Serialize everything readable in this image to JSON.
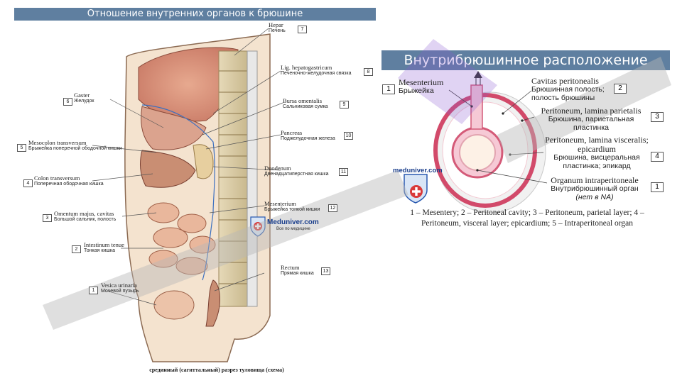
{
  "left_panel": {
    "title": "Отношение внутренних органов к брюшине",
    "caption": "срединный (сагиттальный) разрез туловища (схема)",
    "labels_right": [
      {
        "num": "7",
        "la": "Hepar",
        "ru": "Печень"
      },
      {
        "num": "8",
        "la": "Lig. hepatogastricum",
        "ru": "Печеночно-желудочная связка"
      },
      {
        "num": "9",
        "la": "Bursa omentalis",
        "ru": "Сальниковая сумка"
      },
      {
        "num": "10",
        "la": "Pancreas",
        "ru": "Поджелудочная железа"
      },
      {
        "num": "11",
        "la": "Duodenum",
        "ru": "Двенадцатиперстная кишка"
      },
      {
        "num": "12",
        "la": "Mesenterium",
        "ru": "Брыжейка тонкой кишки"
      },
      {
        "num": "13",
        "la": "Rectum",
        "ru": "Прямая кишка"
      }
    ],
    "labels_left": [
      {
        "num": "6",
        "la": "Gaster",
        "ru": "Желудок"
      },
      {
        "num": "5",
        "la": "Mesocolon transversum",
        "ru": "Брыжейка поперечной ободочной кишки"
      },
      {
        "num": "4",
        "la": "Colon transversum",
        "ru": "Поперечная ободочная кишка"
      },
      {
        "num": "3",
        "la": "Omentum majus, cavitas",
        "ru": "Большой сальник, полость"
      },
      {
        "num": "2",
        "la": "Intestinum tenue",
        "ru": "Тонкая кишка"
      },
      {
        "num": "1",
        "la": "Vesica urinaria",
        "ru": "Мочевой пузырь"
      }
    ],
    "logo": {
      "name": "Meduniver.com",
      "tagline": "Все по медицине"
    }
  },
  "right_panel": {
    "title": "Внутрибрюшинное расположение органов",
    "logo": {
      "name": "meduniver.com"
    },
    "labels": [
      {
        "num": "1",
        "la": "Mesenterium",
        "ru": "Брыжейка"
      },
      {
        "num": "2",
        "la": "Cavitas peritonealis",
        "ru": "Брюшинная полость; полость брюшины"
      },
      {
        "num": "3",
        "la": "Peritoneum, lamina parietalis",
        "ru": "Брюшина, париетальная пластинка"
      },
      {
        "num": "4",
        "la": "Peritoneum, lamina visceralis; epicardium",
        "ru": "Брюшина, висцеральная пластинка; эпикард"
      },
      {
        "num": "1",
        "la": "Organum intraperitoneale",
        "ru": "Внутрибрюшинный орган",
        "note": "(нет в NA)"
      }
    ],
    "legend": "1 – Mesentery; 2 – Peritoneal cavity; 3 – Peritoneum, parietal layer; 4 – Peritoneum, visceral layer; epicardium; 5 – Intraperitoneal organ"
  },
  "colors": {
    "title_bar": "#5f7fa0",
    "watermark": "#b8b8b8",
    "accent_purple": "#8a5bd0"
  }
}
